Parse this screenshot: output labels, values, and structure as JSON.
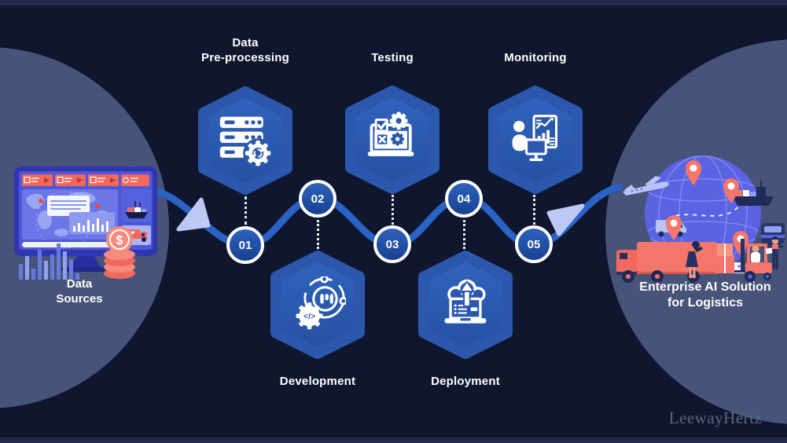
{
  "colors": {
    "background": "#0f162e",
    "edge_strip": "#222b4c",
    "side_circle": "#475378",
    "hexagon_blue": "#2b58ad",
    "wave_blue": "#2a62c6",
    "badge_blue": "#1c4da5",
    "arrow_light": "#bdc9f5",
    "accent_salmon": "#f4756a",
    "globe_purple": "#5a63e2",
    "label_text": "#ffffff",
    "brand_text": "#5d6582"
  },
  "left_panel": {
    "label_lines": [
      "Data",
      "Sources"
    ],
    "illustration": "data-sources-dashboard-illustration"
  },
  "right_panel": {
    "label_lines": [
      "Enterprise AI Solution",
      "for Logistics"
    ],
    "illustration": "logistics-globe-illustration"
  },
  "steps": [
    {
      "number": "01",
      "label_lines": [
        "Data",
        "Pre-processing"
      ],
      "icon": "server-stack-gear-icon",
      "row": "top"
    },
    {
      "number": "02",
      "label_lines": [
        "Development"
      ],
      "icon": "gear-code-orbit-icon",
      "row": "bottom"
    },
    {
      "number": "03",
      "label_lines": [
        "Testing"
      ],
      "icon": "laptop-checklist-gears-icon",
      "row": "top"
    },
    {
      "number": "04",
      "label_lines": [
        "Deployment"
      ],
      "icon": "laptop-cloud-upload-icon",
      "row": "bottom"
    },
    {
      "number": "05",
      "label_lines": [
        "Monitoring"
      ],
      "icon": "analyst-dashboard-icon",
      "row": "top"
    }
  ],
  "brand": {
    "name": "LeewayHertz"
  }
}
